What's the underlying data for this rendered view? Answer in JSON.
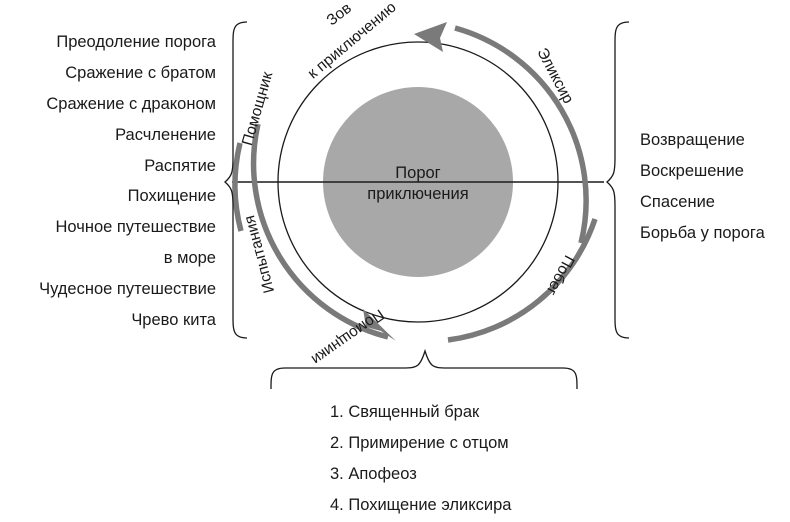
{
  "diagram": {
    "title": "Порог приключения",
    "center": {
      "line1": "Порог",
      "line2": "приключения",
      "fill_color": "#a8a8a8"
    },
    "colors": {
      "arc": "#7a7a7a",
      "disc": "#a8a8a8",
      "ink": "#1a1a1a",
      "background": "#ffffff"
    },
    "left_list": {
      "items": [
        "Преодоление порога",
        "Сражение с братом",
        "Сражение с драконом",
        "Расчленение",
        "Распятие",
        "Похищение",
        "Ночное путешествие",
        "в море",
        "Чудесное путешествие",
        "Чрево кита"
      ]
    },
    "right_list": {
      "items": [
        "Возвращение",
        "Воскрешение",
        "Спасение",
        "Борьба у порога"
      ]
    },
    "bottom_list": {
      "items": [
        "1. Священный брак",
        "2. Примирение с отцом",
        "3. Апофеоз",
        "4. Похищение эликсира"
      ]
    },
    "curved_labels": {
      "call_to_adventure_line1": "Зов",
      "call_to_adventure_line2": "к приключению",
      "helper": "Помощник",
      "elixir": "Эликсир",
      "trials": "Испытания",
      "helpers": "Помощники",
      "escape": "Побег"
    }
  }
}
